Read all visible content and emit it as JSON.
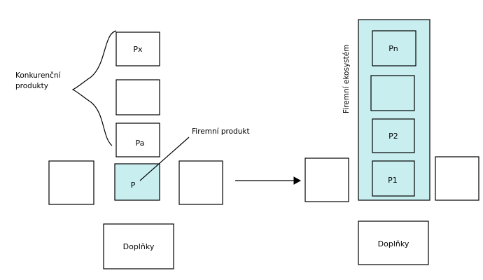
{
  "labels": {
    "px": "Px",
    "pa": "Pa",
    "p": "P",
    "competitors_line1": "Konkurenční",
    "competitors_line2": "produkty",
    "company_product": "Firemní produkt",
    "complements_left": "Doplňky",
    "complements_right": "Doplňky",
    "ecosystem": "Firemní ekosystém",
    "pn": "Pn",
    "p2": "P2",
    "p1": "P1"
  },
  "colors": {
    "highlight_fill": "#c8eef0",
    "stroke": "#000000"
  },
  "icons": {
    "arrow": "right-arrow-icon",
    "brace": "curly-brace-icon"
  }
}
